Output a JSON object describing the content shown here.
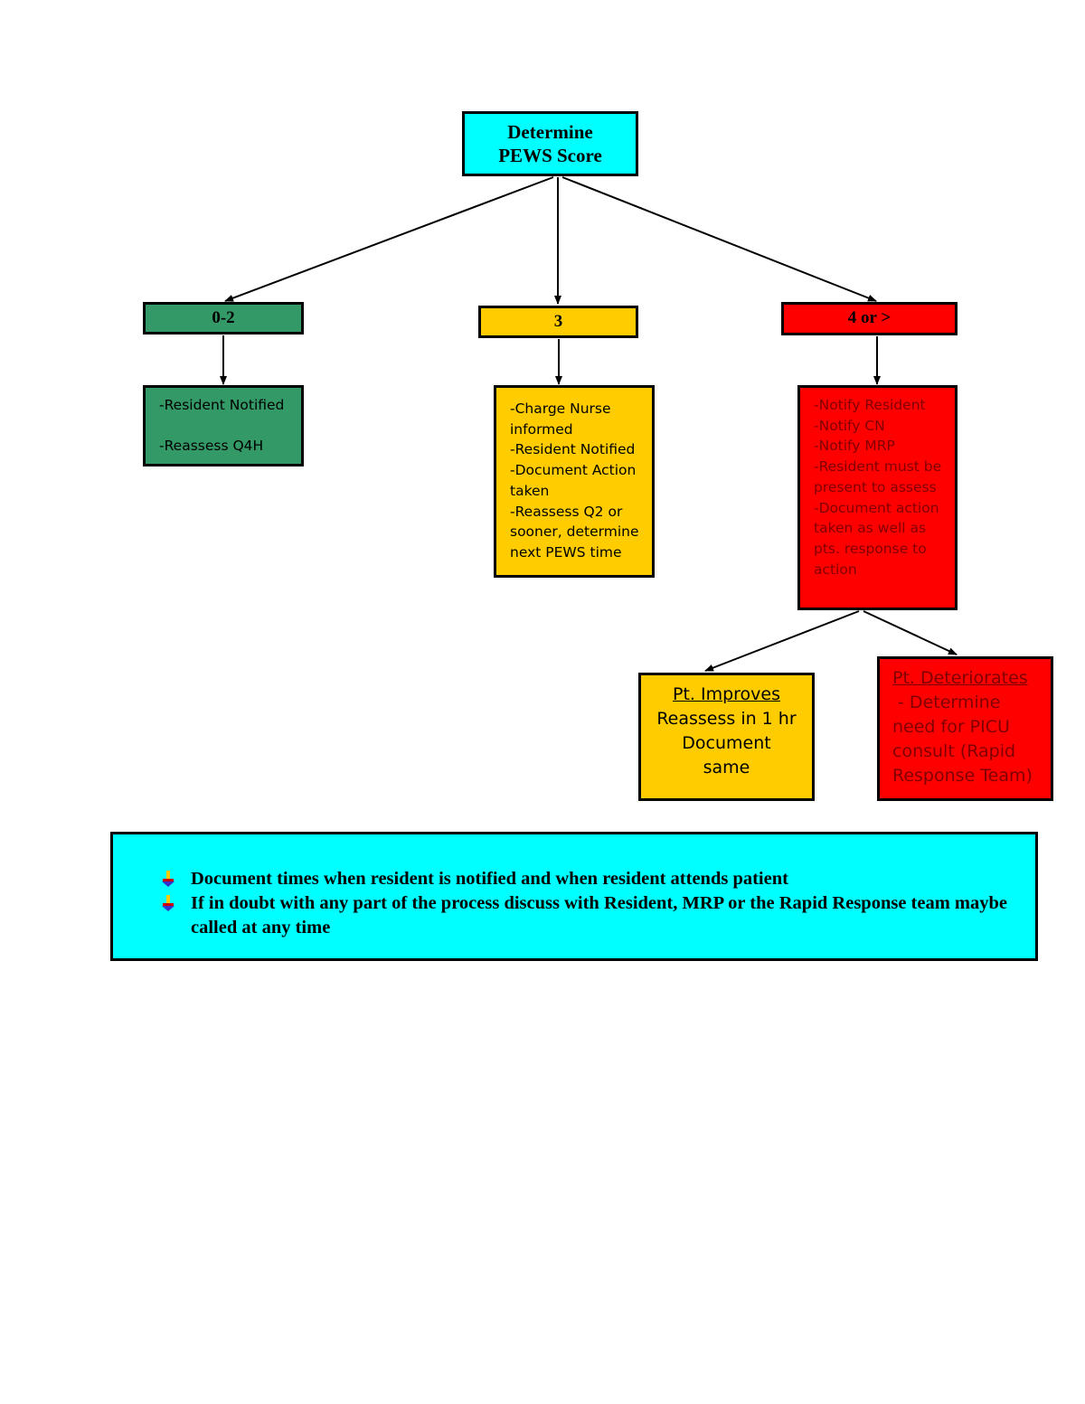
{
  "title": {
    "line1": "Determine",
    "line2": "PEWS Score"
  },
  "scores": {
    "low": "0-2",
    "mid": "3",
    "high": "4 or >"
  },
  "actions": {
    "low": [
      "-Resident Notified",
      "-Reassess Q4H"
    ],
    "mid": [
      "-Charge Nurse",
      "informed",
      "-Resident Notified",
      "-Document Action",
      "taken",
      "-Reassess Q2 or",
      "sooner, determine",
      "next PEWS time"
    ],
    "high": [
      "-Notify Resident",
      "-Notify CN",
      "-Notify MRP",
      "-Resident must be",
      "present to assess",
      "-Document action",
      "taken as well as",
      "pts. response to",
      "action"
    ]
  },
  "outcomes": {
    "improves": {
      "heading": "Pt. Improves",
      "lines": [
        "Reassess in 1 hr",
        "Document",
        "same"
      ]
    },
    "deteriorates": {
      "heading": "Pt. Deteriorates",
      "lines": [
        " - Determine",
        "need for PICU",
        "consult (Rapid",
        "Response Team)"
      ]
    }
  },
  "notes": {
    "items": [
      "Document times when resident is notified and when resident attends patient",
      "If in doubt with any part of the process discuss with Resident, MRP or the Rapid Response team maybe called at any time"
    ],
    "bullet_icon": "arrow-down-bullet-icon"
  },
  "colors": {
    "cyan": "#00ffff",
    "green": "#339966",
    "yellow": "#ffcc00",
    "red": "#ff0000",
    "dark_red_text": "#800000"
  }
}
